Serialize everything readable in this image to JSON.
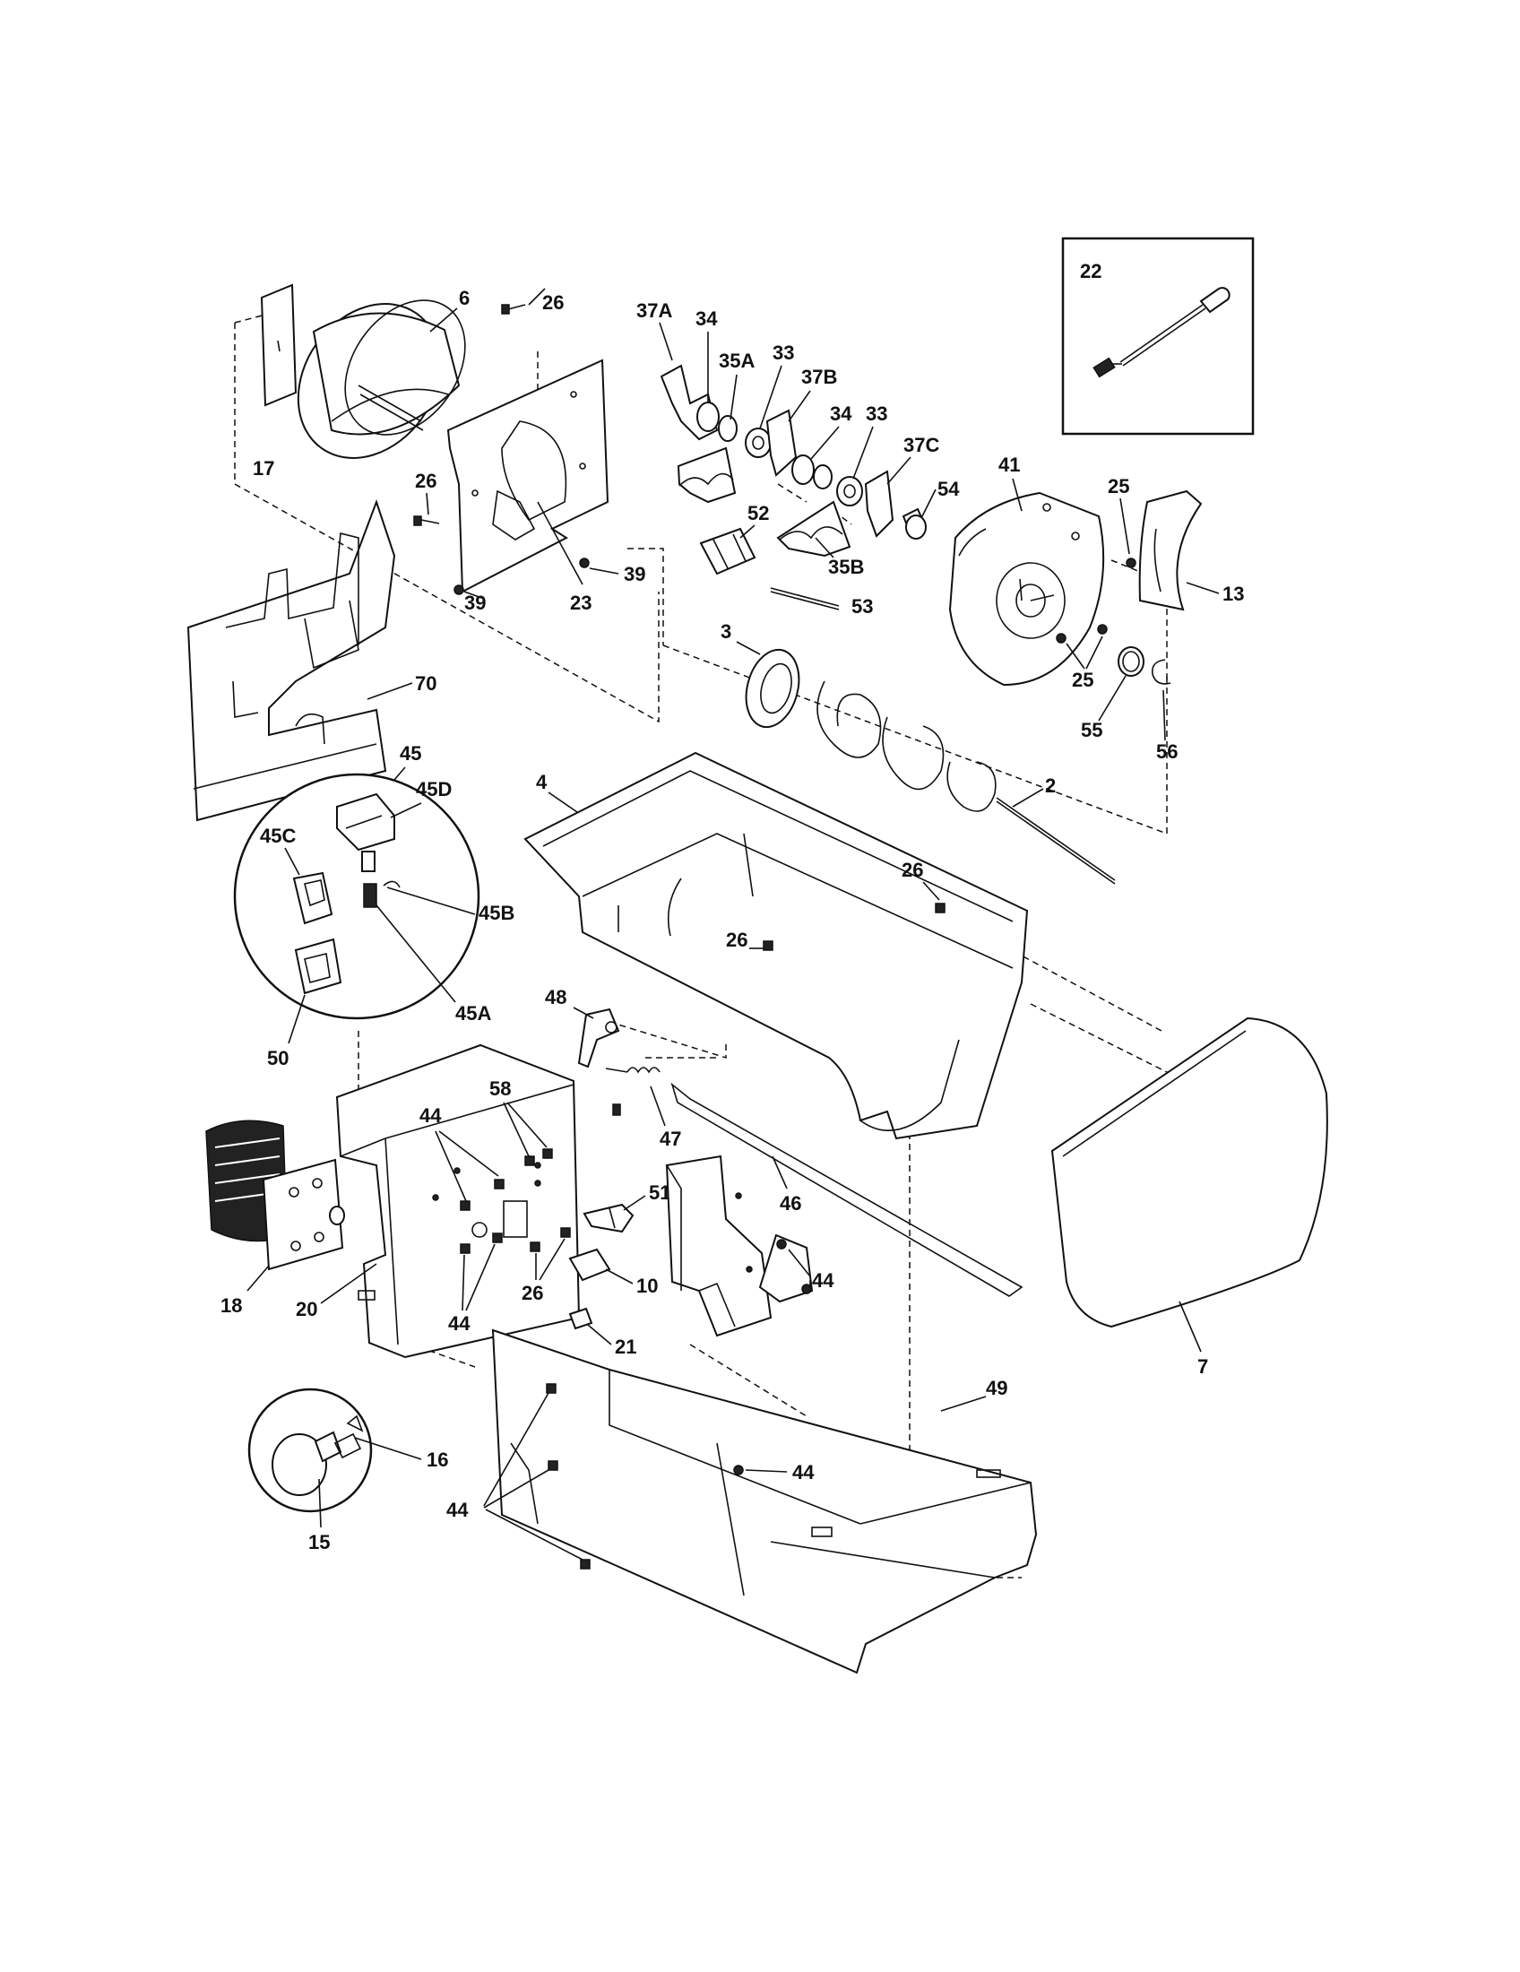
{
  "diagram": {
    "callouts": {
      "p2": "2",
      "p3": "3",
      "p4": "4",
      "p6": "6",
      "p7": "7",
      "p10": "10",
      "p13": "13",
      "p15": "15",
      "p16": "16",
      "p17": "17",
      "p18": "18",
      "p20": "20",
      "p21": "21",
      "p22": "22",
      "p23": "23",
      "p25": "25",
      "p26": "26",
      "p33": "33",
      "p34": "34",
      "p35A": "35A",
      "p35B": "35B",
      "p37A": "37A",
      "p37B": "37B",
      "p37C": "37C",
      "p39": "39",
      "p41": "41",
      "p44": "44",
      "p45": "45",
      "p45A": "45A",
      "p45B": "45B",
      "p45C": "45C",
      "p45D": "45D",
      "p46": "46",
      "p47": "47",
      "p48": "48",
      "p49": "49",
      "p50": "50",
      "p51": "51",
      "p52": "52",
      "p53": "53",
      "p54": "54",
      "p55": "55",
      "p56": "56",
      "p58": "58",
      "p70": "70"
    }
  }
}
